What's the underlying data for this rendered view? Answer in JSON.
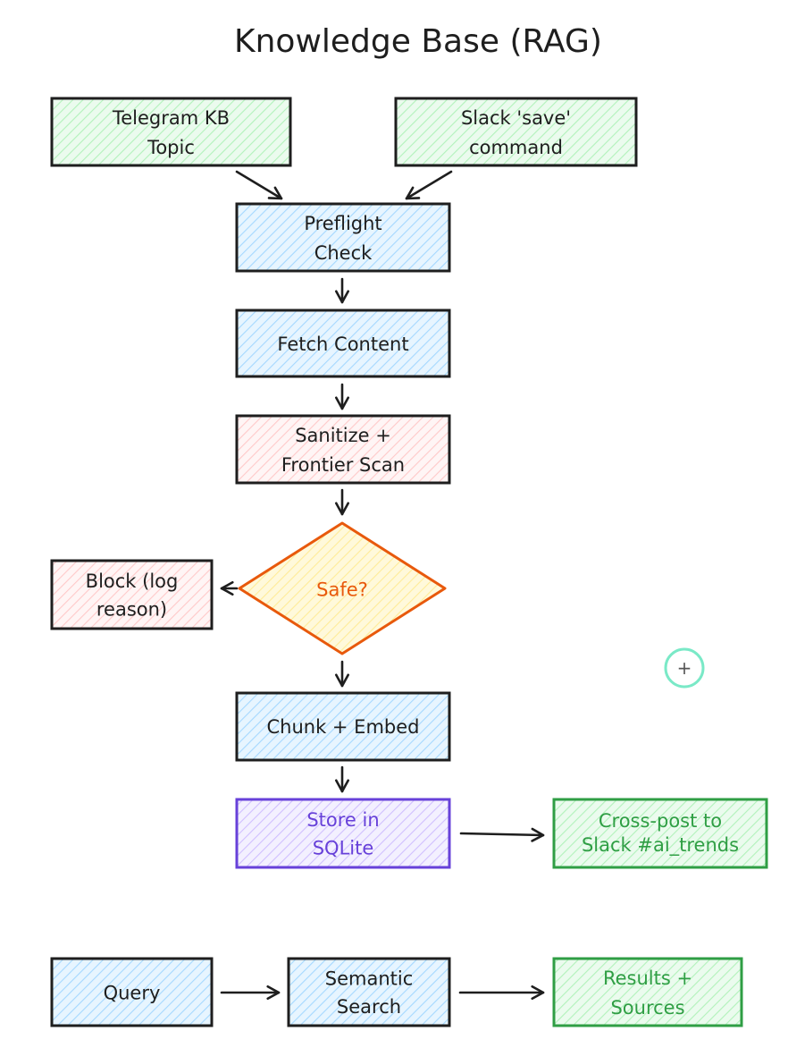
{
  "title": "Knowledge Base (RAG)",
  "colors": {
    "stroke_dark": "#1e1e1e",
    "green_fill": "#b2f2bb",
    "green_stroke": "#2f9e44",
    "blue_fill": "#a5d8ff",
    "red_fill": "#ffc9c9",
    "orange_fill": "#ffec99",
    "orange_stroke": "#e8590c",
    "purple_fill": "#d0bfff",
    "purple_stroke": "#6741d9",
    "cursor_ring": "#63e6be"
  },
  "nodes": {
    "telegram": {
      "lines": [
        "Telegram KB",
        "Topic"
      ]
    },
    "slack_save": {
      "lines": [
        "Slack 'save'",
        "command"
      ]
    },
    "preflight": {
      "lines": [
        "Preflight",
        "Check"
      ]
    },
    "fetch": {
      "lines": [
        "Fetch Content"
      ]
    },
    "sanitize": {
      "lines": [
        "Sanitize +",
        "Frontier Scan"
      ]
    },
    "safe": {
      "lines": [
        "Safe?"
      ]
    },
    "block": {
      "lines": [
        "Block (log",
        "reason)"
      ]
    },
    "chunk": {
      "lines": [
        "Chunk + Embed"
      ]
    },
    "store": {
      "lines": [
        "Store in",
        "SQLite"
      ]
    },
    "crosspost": {
      "lines": [
        "Cross-post to",
        "Slack #ai_trends"
      ]
    },
    "query": {
      "lines": [
        "Query"
      ]
    },
    "semantic": {
      "lines": [
        "Semantic",
        "Search"
      ]
    },
    "results": {
      "lines": [
        "Results +",
        "Sources"
      ]
    }
  },
  "edges": [
    {
      "from": "telegram",
      "to": "preflight"
    },
    {
      "from": "slack_save",
      "to": "preflight"
    },
    {
      "from": "preflight",
      "to": "fetch"
    },
    {
      "from": "fetch",
      "to": "sanitize"
    },
    {
      "from": "sanitize",
      "to": "safe"
    },
    {
      "from": "safe",
      "to": "block",
      "label": ""
    },
    {
      "from": "safe",
      "to": "chunk",
      "label": ""
    },
    {
      "from": "chunk",
      "to": "store"
    },
    {
      "from": "store",
      "to": "crosspost"
    },
    {
      "from": "query",
      "to": "semantic"
    },
    {
      "from": "semantic",
      "to": "results"
    }
  ],
  "cursor": {
    "icon": "crosshair-plus-icon",
    "glyph": "+"
  }
}
